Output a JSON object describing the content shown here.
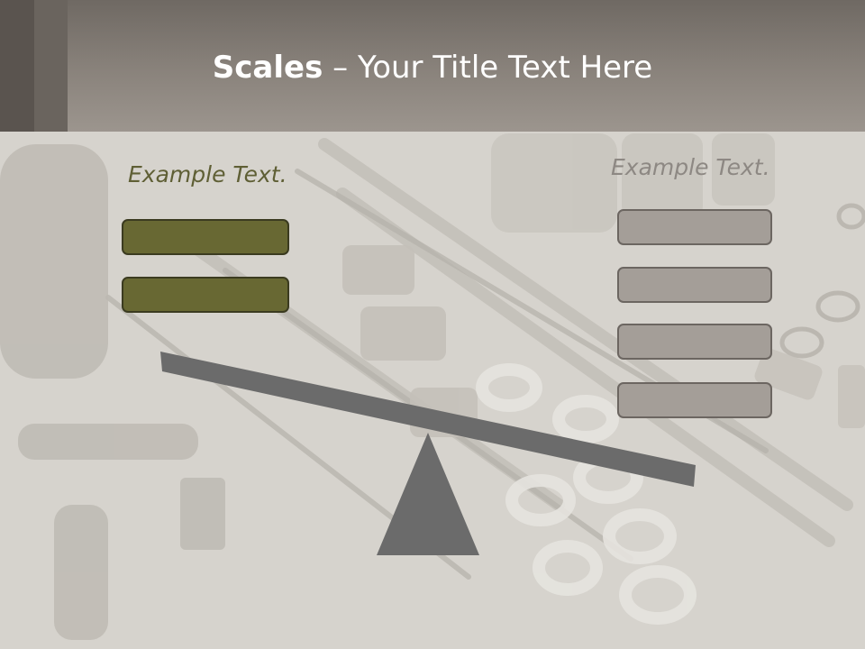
{
  "title": {
    "bold": "Scales",
    "rest": " – Your Title Text Here"
  },
  "left_panel": {
    "label": "Example Text.",
    "color": "#686833",
    "box_count": 2
  },
  "right_panel": {
    "label": "Example Text.",
    "color": "#a49e98",
    "box_count": 4
  },
  "scale_color": "#6b6b6b",
  "background_image": "mechanical parts (bolts, rods, rings) in sepia"
}
